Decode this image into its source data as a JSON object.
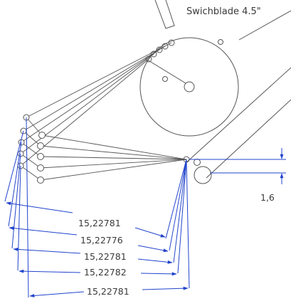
{
  "drawing": {
    "title": "Swichblade 4.5\"",
    "offset_label": "1,6",
    "dimensions": [
      "15,22781",
      "15,22776",
      "15,22781",
      "15,22782",
      "15,22781"
    ]
  },
  "colors": {
    "line": "#555555",
    "dimension": "#2244cc",
    "text": "#3a3a3a",
    "background": "#ffffff"
  }
}
